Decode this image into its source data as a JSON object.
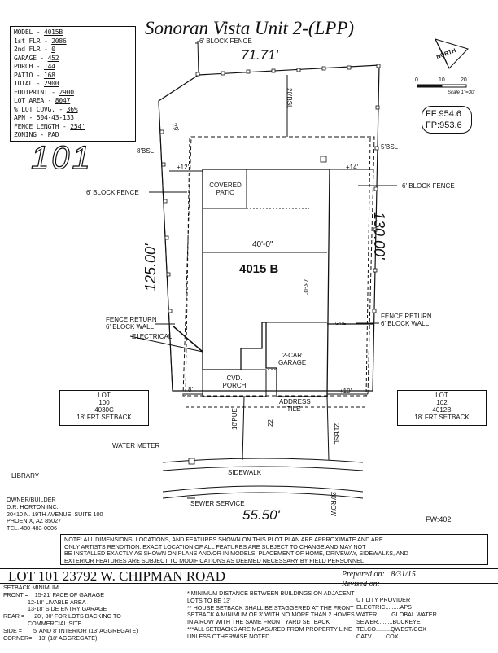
{
  "title": "Sonoran Vista Unit 2-(LPP)",
  "lot_number": "101",
  "spec_table": [
    {
      "label": "MODEL",
      "value": "4015B"
    },
    {
      "label": "1st FLR",
      "value": "2086"
    },
    {
      "label": "2nd FLR",
      "value": "0"
    },
    {
      "label": "GARAGE",
      "value": "452"
    },
    {
      "label": "PORCH",
      "value": "144"
    },
    {
      "label": "PATIO",
      "value": "168"
    },
    {
      "label": "TOTAL",
      "value": "2900"
    },
    {
      "label": "FOOTPRINT",
      "value": "2900"
    },
    {
      "label": "LOT AREA",
      "value": "8047"
    },
    {
      "label": "% LOT COVG.",
      "value": "36%"
    },
    {
      "label": "APN",
      "value": "504-43-133"
    },
    {
      "label": "FENCE LENGTH",
      "value": "254'"
    },
    {
      "label": "ZONING",
      "value": "PAD"
    }
  ],
  "north_label": "NORTH",
  "scale": {
    "zero": "0",
    "ten": "10",
    "twenty": "20",
    "caption": "Scale 1\"=30'"
  },
  "floor_elev": {
    "ff": "FF:954.6",
    "fp": "FP:953.6"
  },
  "plan": {
    "block_fence_top": "6' BLOCK FENCE",
    "rear_dim": "71.71'",
    "rear_setback": "20'BSL",
    "rear_angle": "29'",
    "left_bsl": "8'BSL",
    "right_bsl": "5'BSL",
    "left_offset": "+12'",
    "right_offset": "+14'",
    "block_fence_left": "6' BLOCK FENCE",
    "block_fence_right": "6' BLOCK FENCE",
    "covered_patio": [
      "COVERED",
      "PATIO"
    ],
    "house_width": "40'-0\"",
    "model": "4015 B",
    "house_depth": "73'-0\"",
    "left_side": "125.00'",
    "right_side": "130.00'",
    "fence_return_left": [
      "FENCE RETURN",
      "6' BLOCK WALL"
    ],
    "fence_return_right": [
      "FENCE RETURN",
      "6' BLOCK WALL"
    ],
    "electrical": "ELECTRICAL",
    "gate": "GATE",
    "garage": [
      "2-CAR",
      "GARAGE"
    ],
    "porch": [
      "CVD.",
      "PORCH"
    ],
    "left_front": "8'",
    "right_front": "+10'",
    "address_tile": [
      "ADDRESS",
      "TILE"
    ],
    "pue": "10'PUE",
    "frt_dim": "22'",
    "frt_bsl": "21'BSL",
    "water_meter": "WATER METER",
    "library": "LIBRARY",
    "sidewalk": "SIDEWALK",
    "sewer": "SEWER SERVICE",
    "front_dim": "55.50'",
    "row": "20'ROW",
    "fw": "FW:402"
  },
  "lot_left": [
    "LOT",
    "100",
    "4030C",
    "18' FRT SETBACK"
  ],
  "lot_right": [
    "LOT",
    "102",
    "4012B",
    "18' FRT SETBACK"
  ],
  "owner": [
    "OWNER/BUILDER",
    "D.R. HORTON INC.",
    "20410 N. 19TH AVENUE, SUITE 100",
    "PHOENIX, AZ 85027",
    "TEL. 480-483-0006"
  ],
  "note": [
    "NOTE:  ALL DIMENSIONS, LOCATIONS, AND FEATURES SHOWN ON THIS PLOT PLAN ARE APPROXIMATE AND ARE",
    "ONLY ARTISTS RENDITION.  EXACT LOCATION OF ALL FEATURES ARE SUBJECT TO CHANGE AND MAY NOT",
    "BE INSTALLED EXACTLY AS SHOWN ON PLANS AND/OR IN MODELS. PLACEMENT OF HOME, DRIVEWAY, SIDEWALKS, AND",
    "EXTERIOR FEATURES ARE SUBJECT TO MODIFICATIONS AS DEEMED NECESSARY BY FIELD PERSONNEL"
  ],
  "bottom_title": "LOT 101   23792 W. CHIPMAN ROAD",
  "prepared_label": "Prepared on:",
  "prepared_date": "8/31/15",
  "revised_label": "Revised on:",
  "setback": [
    "SETBACK MINIMUM",
    "FRONT =    15-21' FACE OF GARAGE",
    "               12-18' LIVABLE AREA",
    "               13-18' SIDE ENTRY GARAGE",
    "REAR =      20', 30' FOR LOTS BACKING TO",
    "               COMMERCIAL SITE",
    "SIDE =       5' AND 8' INTERIOR (13' AGGREGATE)",
    "CORNER=    13' (18' AGGREGATE)"
  ],
  "notes_mid": [
    "* MINIMUM DISTANCE BETWEEN BUILDINGS ON ADJACENT",
    "LOTS TO BE 13'",
    "** HOUSE SETBACK SHALL BE STAGGERED AT THE FRONT",
    "SETBACK A MINIMUM OF 3' WITH NO MORE THAN 2 HOMES",
    "IN A ROW WITH THE SAME FRONT YARD SETBACK",
    "***ALL SETBACKS ARE MEASURED FROM PROPERTY LINE",
    "UNLESS OTHERWISE NOTED"
  ],
  "utility_title": "UTILITY PROVIDER",
  "utilities": [
    {
      "k": "ELECTRIC",
      "v": "APS"
    },
    {
      "k": "WATER",
      "v": "GLOBAL WATER"
    },
    {
      "k": "SEWER",
      "v": "BUCKEYE"
    },
    {
      "k": "TELCO",
      "v": "QWEST/COX"
    },
    {
      "k": "CATV",
      "v": "COX"
    }
  ]
}
